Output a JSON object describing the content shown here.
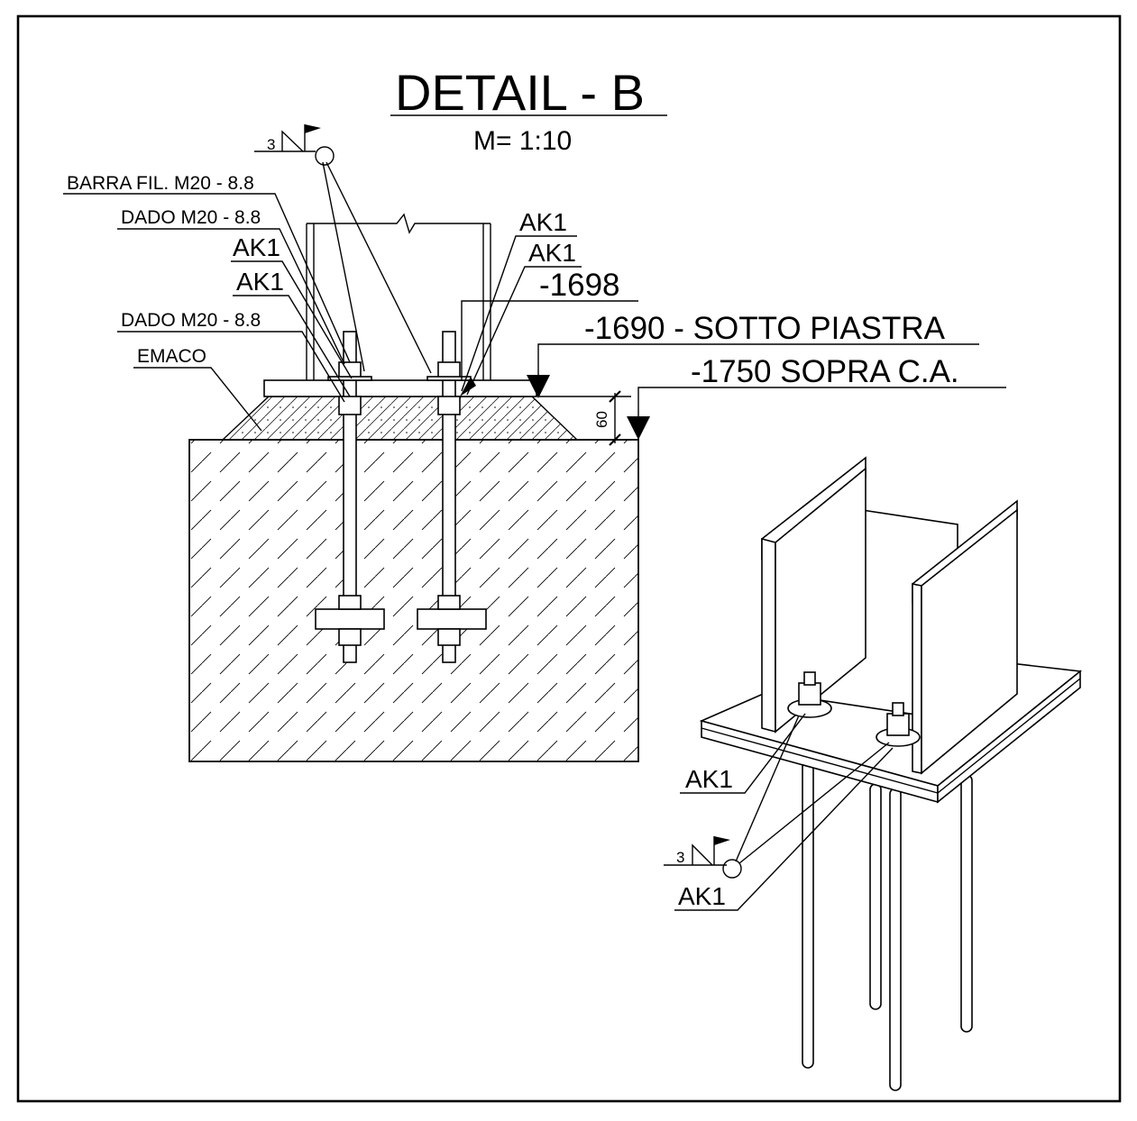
{
  "title": "DETAIL - B",
  "scale": "M= 1:10",
  "labels": {
    "barra": "BARRA FIL. M20 - 8.8",
    "dado_top": "DADO M20 - 8.8",
    "ak1_a": "AK1",
    "ak1_b": "AK1",
    "dado_bottom": "DADO M20 - 8.8",
    "emaco": "EMACO",
    "ak1_right_a": "AK1",
    "ak1_right_b": "AK1",
    "ak1_iso_a": "AK1",
    "ak1_iso_b": "AK1"
  },
  "elevations": {
    "e1698": "-1698",
    "e1690": "-1690 - SOTTO PIASTRA",
    "e1750": "-1750 SOPRA C.A."
  },
  "dimension": {
    "grout": "60"
  },
  "weld": {
    "size_top": "3",
    "size_iso": "3"
  }
}
